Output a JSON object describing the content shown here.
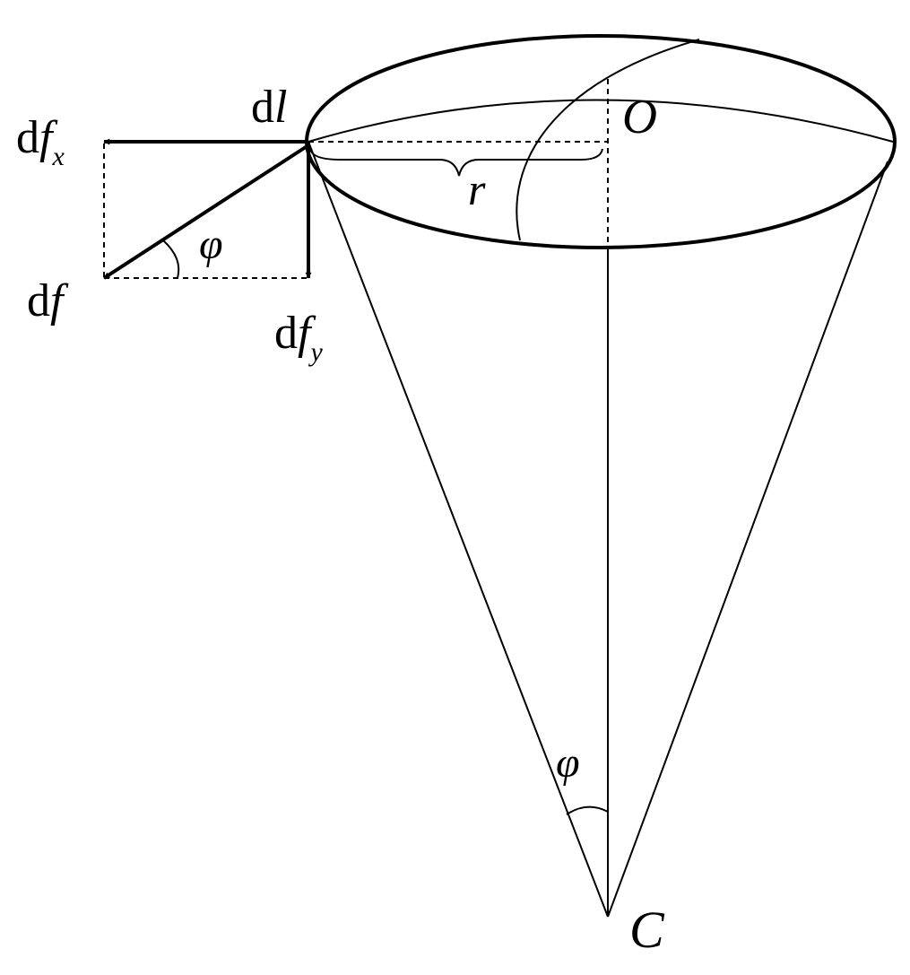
{
  "labels": {
    "dl_d": "d",
    "dl_l": "l",
    "O": "O",
    "r": "r",
    "C": "C",
    "phi_force": "φ",
    "phi_apex": "φ",
    "dfx_d": "d",
    "dfx_f": "f",
    "dfx_sub": "x",
    "df_d": "d",
    "df_f": "f",
    "dfy_d": "d",
    "dfy_f": "f",
    "dfy_sub": "y"
  },
  "colors": {
    "stroke": "#000000",
    "background": "#ffffff"
  }
}
